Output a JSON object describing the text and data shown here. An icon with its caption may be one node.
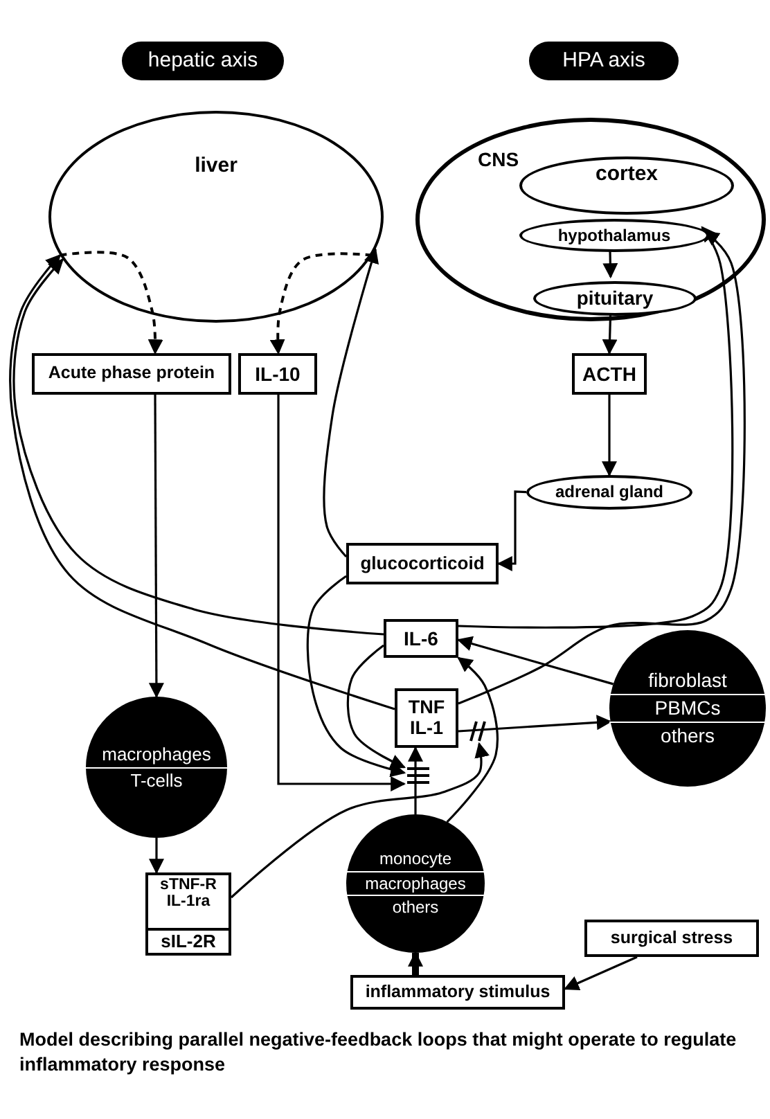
{
  "diagram": {
    "caption": "Model describing parallel negative-feedback loops that might operate to regulate inflammatory response",
    "nodes": [
      {
        "text": [
          "hepatic axis"
        ]
      },
      {
        "text": [
          "HPA axis"
        ]
      },
      {
        "text": [
          "liver"
        ]
      },
      {
        "text": [
          "CNS"
        ]
      },
      {
        "text": [
          "cortex"
        ],
        "in": 3
      },
      {
        "text": [
          "hypothalamus"
        ],
        "in": 3
      },
      {
        "text": [
          "pituitary"
        ],
        "in": 3
      },
      {
        "text": [
          "Acute phase protein"
        ]
      },
      {
        "text": [
          "IL-10"
        ]
      },
      {
        "text": [
          "ACTH"
        ]
      },
      {
        "text": [
          "adrenal gland"
        ]
      },
      {
        "text": [
          "glucocorticoid"
        ]
      },
      {
        "text": [
          "IL-6"
        ]
      },
      {
        "text": [
          "TNF IL-1"
        ]
      },
      {
        "text": [
          "fibroblast",
          "PBMCs",
          "others"
        ]
      },
      {
        "text": [
          "macrophages",
          "T-cells"
        ]
      },
      {
        "text": [
          "sTNF-R IL-1ra",
          "sIL-2R"
        ]
      },
      {
        "text": [
          "monocyte",
          "macrophages",
          "others"
        ]
      },
      {
        "text": [
          "surgical stress"
        ]
      },
      {
        "text": [
          "inflammatory stimulus"
        ]
      },
      {
        "text": [],
        "shape": "bar"
      },
      {
        "text": [],
        "shape": "bar"
      }
    ],
    "edges": [
      {
        "from": 2,
        "to": 7,
        "arrow": "to",
        "style": "dashed"
      },
      {
        "from": 2,
        "to": 8,
        "arrow": "to",
        "style": "dashed"
      },
      {
        "from": 5,
        "to": 6,
        "arrow": "to"
      },
      {
        "from": 6,
        "to": 9,
        "arrow": "to"
      },
      {
        "from": 9,
        "to": 10,
        "arrow": "to"
      },
      {
        "from": 10,
        "to": 11,
        "arrow": "to"
      },
      {
        "from": 7,
        "to": 15,
        "arrow": "to"
      },
      {
        "from": 15,
        "to": 16,
        "arrow": "to"
      },
      {
        "from": 16,
        "to": 21,
        "arrow": "to"
      },
      {
        "from": 8,
        "to": 20,
        "arrow": "to"
      },
      {
        "from": 11,
        "to": 20,
        "arrow": "to"
      },
      {
        "from": 12,
        "to": 20,
        "arrow": "to"
      },
      {
        "from": 17,
        "to": 13,
        "arrow": "to"
      },
      {
        "from": 13,
        "to": 14,
        "arrow": "to"
      },
      {
        "from": 12,
        "to": 2,
        "arrow": "to"
      },
      {
        "from": 13,
        "to": 2,
        "arrow": "to"
      },
      {
        "from": 11,
        "to": 2,
        "arrow": "to"
      },
      {
        "from": 12,
        "to": 5,
        "arrow": "to"
      },
      {
        "from": 13,
        "to": 5,
        "arrow": "to"
      },
      {
        "from": 14,
        "to": 12,
        "arrow": "to"
      },
      {
        "from": 17,
        "to": 12,
        "arrow": "to"
      },
      {
        "from": 19,
        "to": 17,
        "arrow": "to",
        "style": "thick"
      },
      {
        "from": 18,
        "to": 19,
        "arrow": "to"
      }
    ]
  }
}
